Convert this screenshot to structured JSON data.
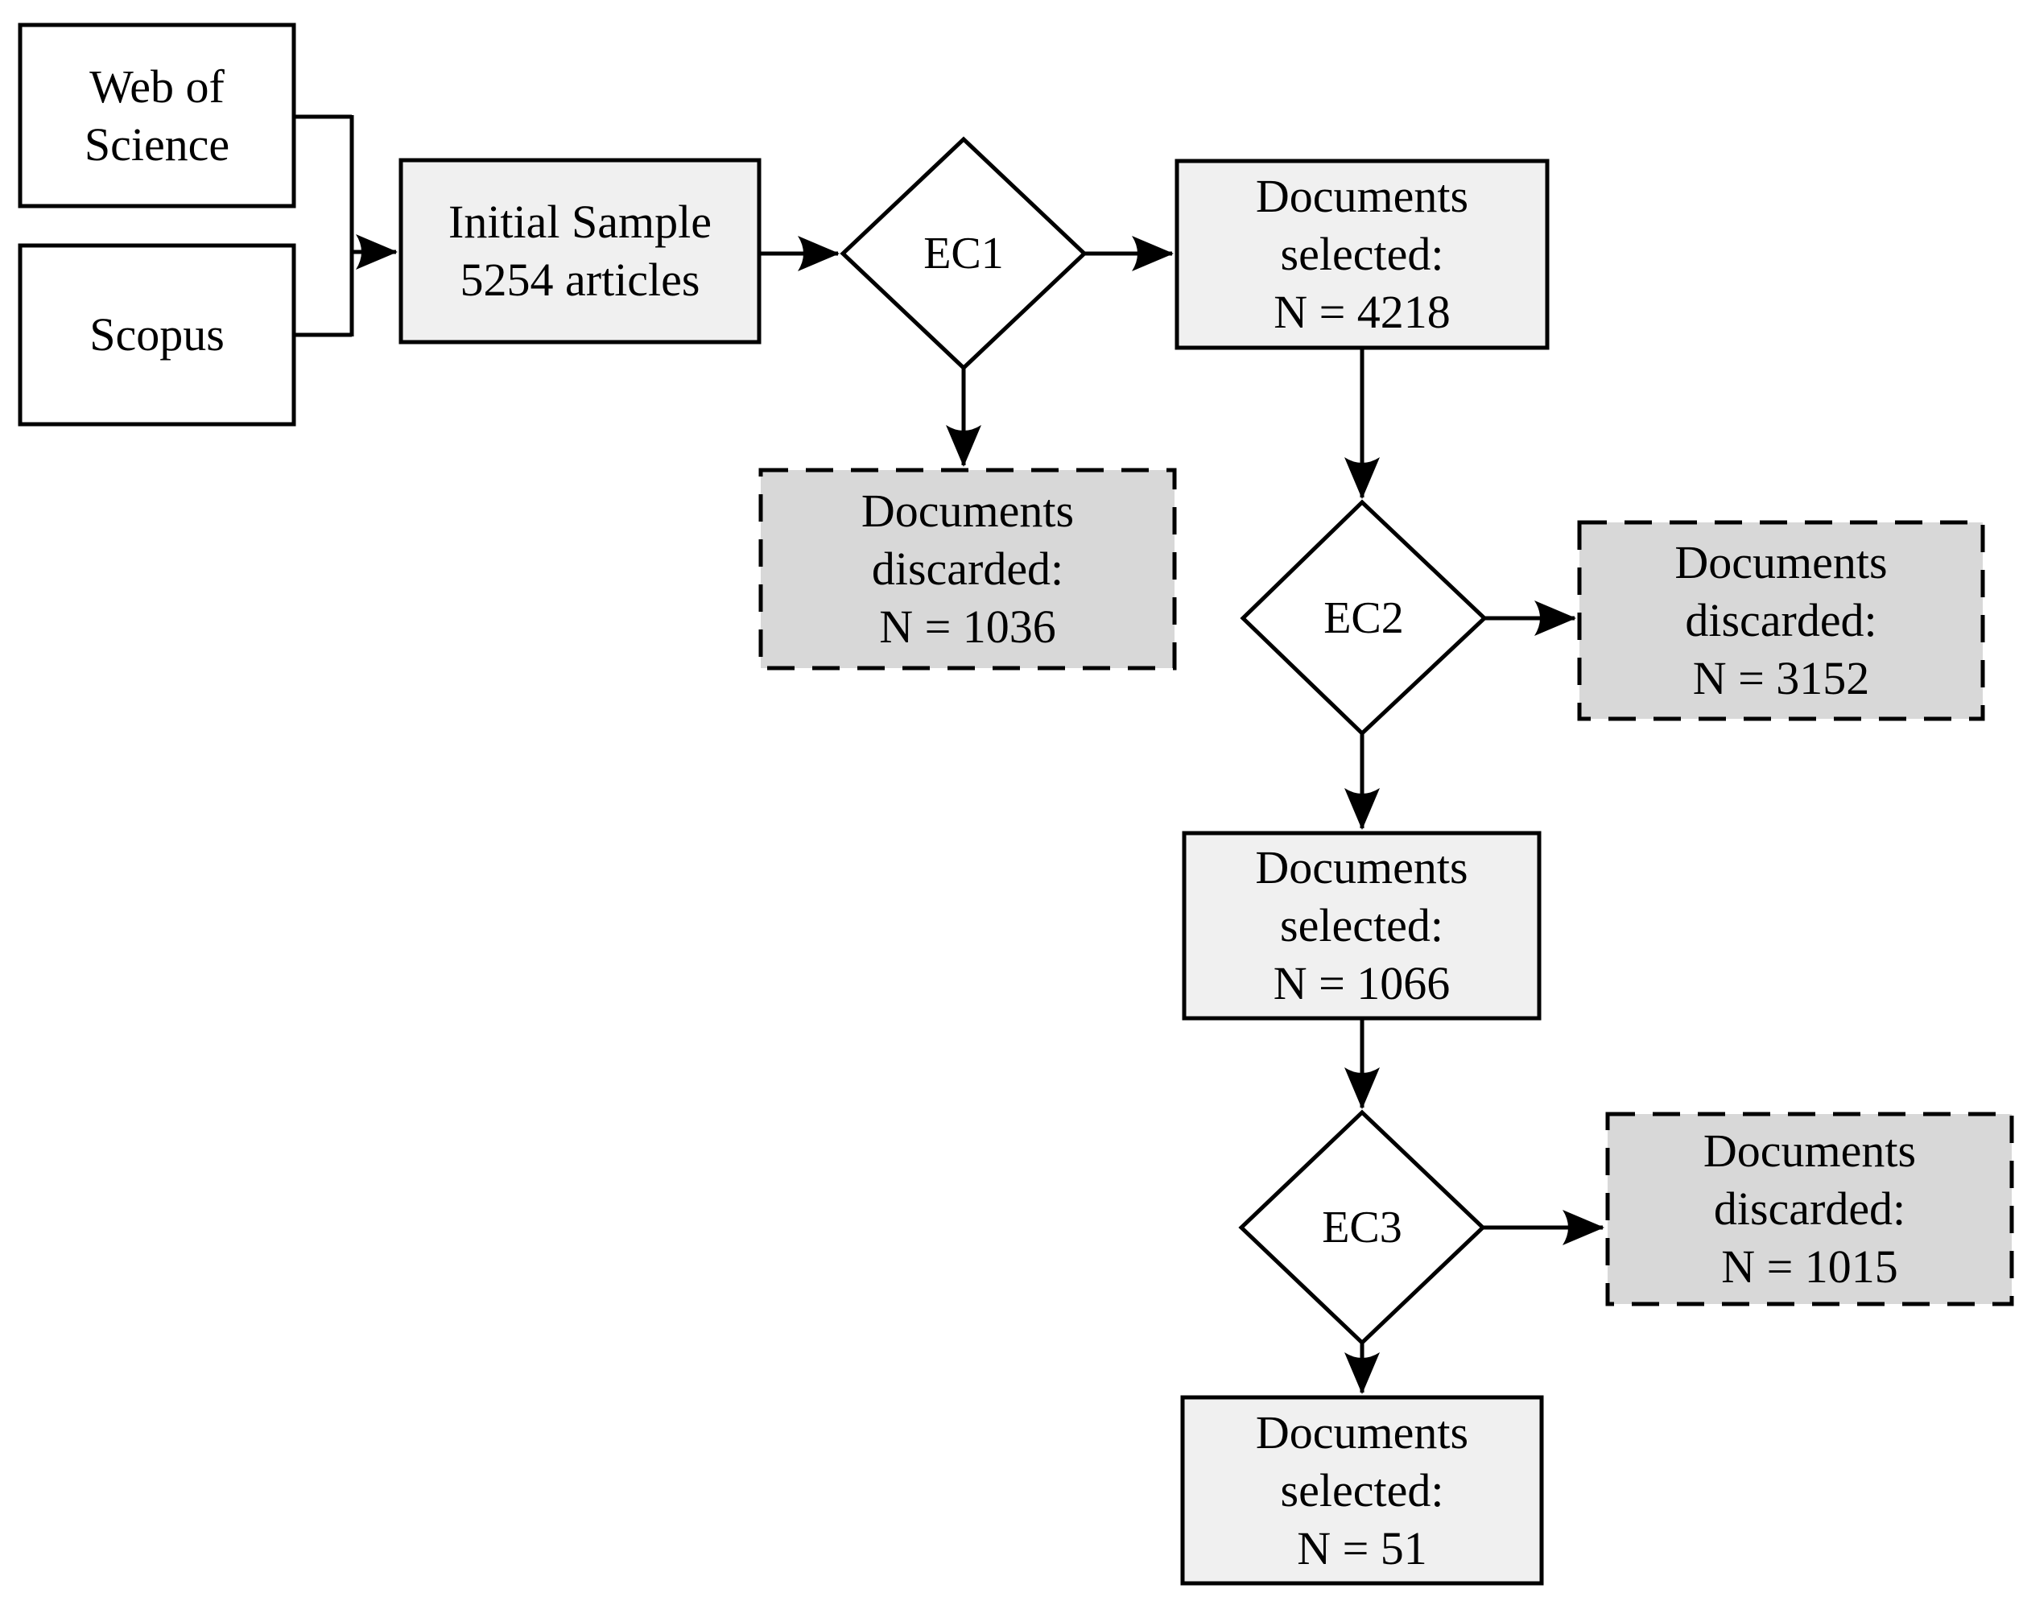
{
  "diagram": {
    "type": "flowchart",
    "colors": {
      "selected_fill": "#f0f0f0",
      "discarded_fill": "#d8d8d8",
      "source_fill": "#ffffff",
      "stroke": "#000000",
      "background": "#ffffff"
    },
    "nodes": {
      "wos": {
        "label": "Web of Science"
      },
      "scopus": {
        "label": "Scopus"
      },
      "initial": {
        "l1": "Initial Sample",
        "l2": "5254 articles"
      },
      "ec1": {
        "label": "EC1"
      },
      "ec2": {
        "label": "EC2"
      },
      "ec3": {
        "label": "EC3"
      },
      "sel1": {
        "l1": "Documents",
        "l2": "selected:",
        "l3": "N = 4218"
      },
      "disc1": {
        "l1": "Documents",
        "l2": "discarded:",
        "l3": "N = 1036"
      },
      "disc2": {
        "l1": "Documents",
        "l2": "discarded:",
        "l3": "N = 3152"
      },
      "sel2": {
        "l1": "Documents",
        "l2": "selected:",
        "l3": "N = 1066"
      },
      "disc3": {
        "l1": "Documents",
        "l2": "discarded:",
        "l3": "N = 1015"
      },
      "sel3": {
        "l1": "Documents",
        "l2": "selected:",
        "l3": "N = 51"
      }
    }
  }
}
